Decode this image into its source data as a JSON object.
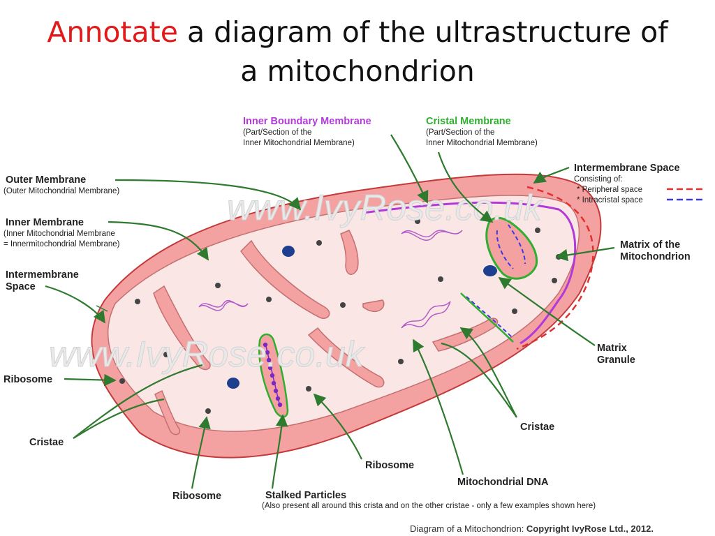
{
  "title": {
    "keyword": "Annotate",
    "rest_line1": " a diagram of the ultrastructure of",
    "line2": "a mitochondrion"
  },
  "watermark": "www.IvyRose.co.uk",
  "labels": {
    "inner_boundary": {
      "title": "Inner Boundary Membrane",
      "sub1": "(Part/Section of the",
      "sub2": "Inner Mitochondrial Membrane)"
    },
    "cristal": {
      "title": "Cristal Membrane",
      "sub1": "(Part/Section of the",
      "sub2": "Inner Mitochondrial Membrane)"
    },
    "ims_right": {
      "title": "Intermembrane Space",
      "sub1": "Consisting of:",
      "sub2": "* Peripheral space",
      "sub3": "* Intracristal space"
    },
    "outer": {
      "title": "Outer Membrane",
      "sub1": "(Outer Mitochondrial Membrane)"
    },
    "inner": {
      "title": "Inner Membrane",
      "sub1": "(Inner Mitochondrial Membrane",
      "sub2": "= Innermitochondrial Membrane)"
    },
    "ims_left": {
      "line1": "Intermembrane",
      "line2": "Space"
    },
    "matrix": {
      "line1": "Matrix of the",
      "line2": "Mitochondrion"
    },
    "granule": {
      "line1": "Matrix",
      "line2": "Granule"
    },
    "ribosome_left": "Ribosome",
    "cristae_left": "Cristae",
    "cristae_right": "Cristae",
    "ribosome_mid": "Ribosome",
    "ribosome_bottom": "Ribosome",
    "mtdna": "Mitochondrial DNA",
    "stalked": {
      "title": "Stalked Particles",
      "sub1": "(Also present all around this crista and on the other cristae - only a few examples shown here)"
    }
  },
  "copyright": {
    "prefix": "Diagram of a Mitochondrion: ",
    "bold": "Copyright IvyRose Ltd., 2012."
  },
  "colors": {
    "title_keyword": "#e01b1b",
    "outer_membrane": "#f4a1a1",
    "matrix": "#fbe6e6",
    "arrow": "#2e7a2e",
    "inner_boundary": "#b23ad8",
    "cristal": "#2fae2f",
    "peripheral_space": "#e23030",
    "intracristal_space": "#3a3ae0",
    "granule": "#1e3f8f",
    "stalked_particles": "#7a28c4"
  }
}
